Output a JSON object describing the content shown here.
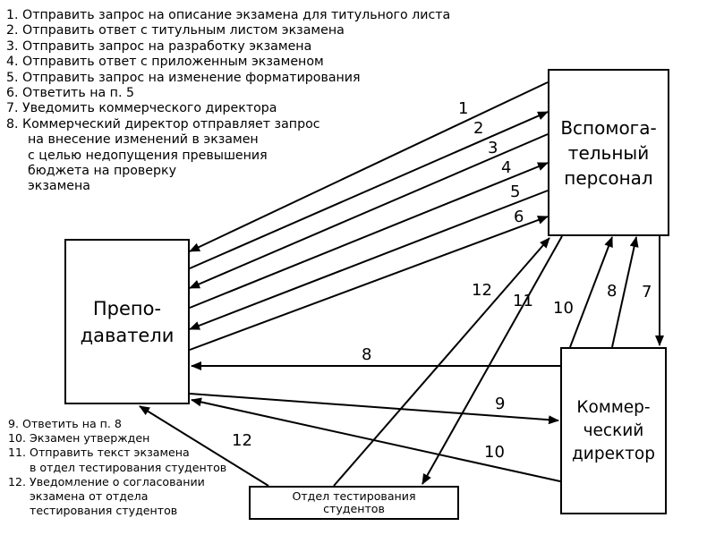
{
  "legend_top": [
    "1. Отправить запрос на описание экзамена для титульного листа",
    "2. Отправить ответ с титульным листом экзамена",
    "3. Отправить запрос на разработку экзамена",
    "4. Отправить ответ с приложенным экзаменом",
    "5. Отправить запрос на изменение форматирования",
    "6. Ответить на п. 5",
    "7. Уведомить коммерческого директора",
    "8. Коммерческий директор отправляет запрос",
    "на внесение изменений в экзамен",
    "с целью недопущения превышения",
    "бюджета на проверку",
    "экзамена"
  ],
  "legend_bottom": [
    "9. Ответить на п. 8",
    "10. Экзамен утвержден",
    "11. Отправить текст   экзамена",
    "в отдел тестирования студентов",
    "12. Уведомление  о согласовании",
    "экзамена от отдела",
    "тестирования студентов"
  ],
  "nodes": {
    "staff": "Вспомога-\nтельный\nперсонал",
    "teachers": "Препо-\nдаватели",
    "director": "Коммер-\nческий\nдиректор",
    "testing": "Отдел тестирования\nстудентов"
  },
  "arrow_labels": [
    "1",
    "2",
    "3",
    "4",
    "5",
    "6",
    "7",
    "8",
    "9",
    "10",
    "11",
    "12",
    "8",
    "10",
    "12"
  ]
}
